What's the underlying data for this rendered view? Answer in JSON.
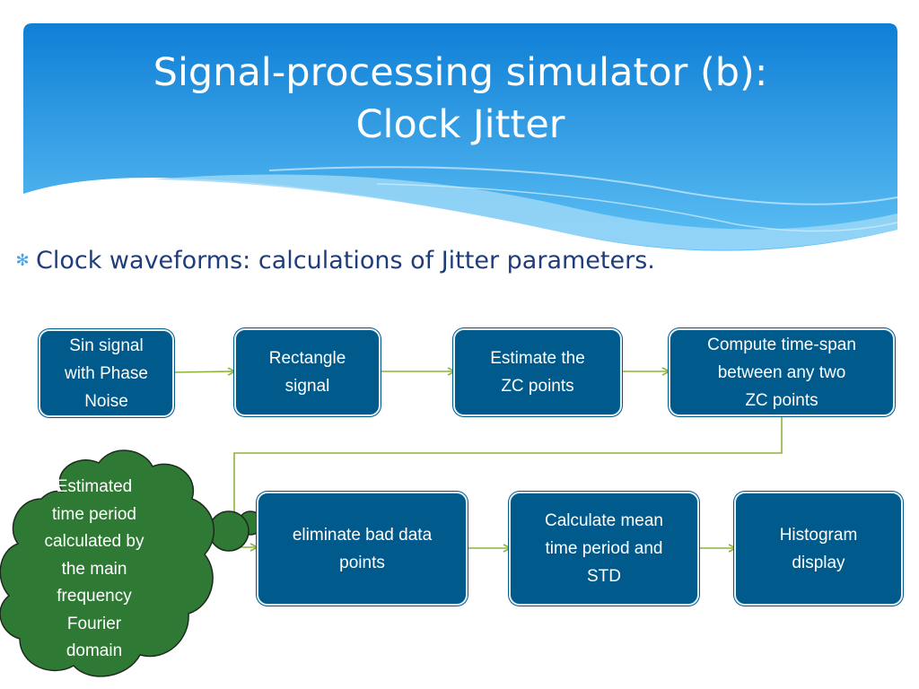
{
  "slide": {
    "title_line1": "Signal-processing simulator (b):",
    "title_line2": "Clock Jitter",
    "bullet_text": "Clock waveforms: calculations of Jitter parameters."
  },
  "flow": {
    "box1": {
      "line1": "Sin signal",
      "line2": "with Phase",
      "line3": "Noise"
    },
    "box2": {
      "line1": "Rectangle",
      "line2": "signal"
    },
    "box3": {
      "line1": "Estimate the",
      "line2": "ZC points"
    },
    "box4": {
      "line1": "Compute time-span",
      "line2": "between any two",
      "line3": "ZC points"
    },
    "box5": {
      "line1": "eliminate bad data",
      "line2": "points"
    },
    "box6": {
      "line1": "Calculate mean",
      "line2": "time period and",
      "line3": "STD"
    },
    "box7": {
      "line1": "Histogram",
      "line2": "display"
    }
  },
  "callout": {
    "lines": [
      "Estimated",
      "time period",
      "calculated by",
      "the main",
      "frequency",
      "Fourier",
      "domain"
    ]
  },
  "colors": {
    "banner_top": "#0f7fd6",
    "banner_bottom": "#5ec0f4",
    "box_fill": "#005a8c",
    "connector": "#8db33a",
    "cloud_fill": "#2e7a34",
    "title_text": "#ffffff",
    "bullet_text": "#1f3d7a",
    "bullet_glyph": "#4aa3e0"
  }
}
